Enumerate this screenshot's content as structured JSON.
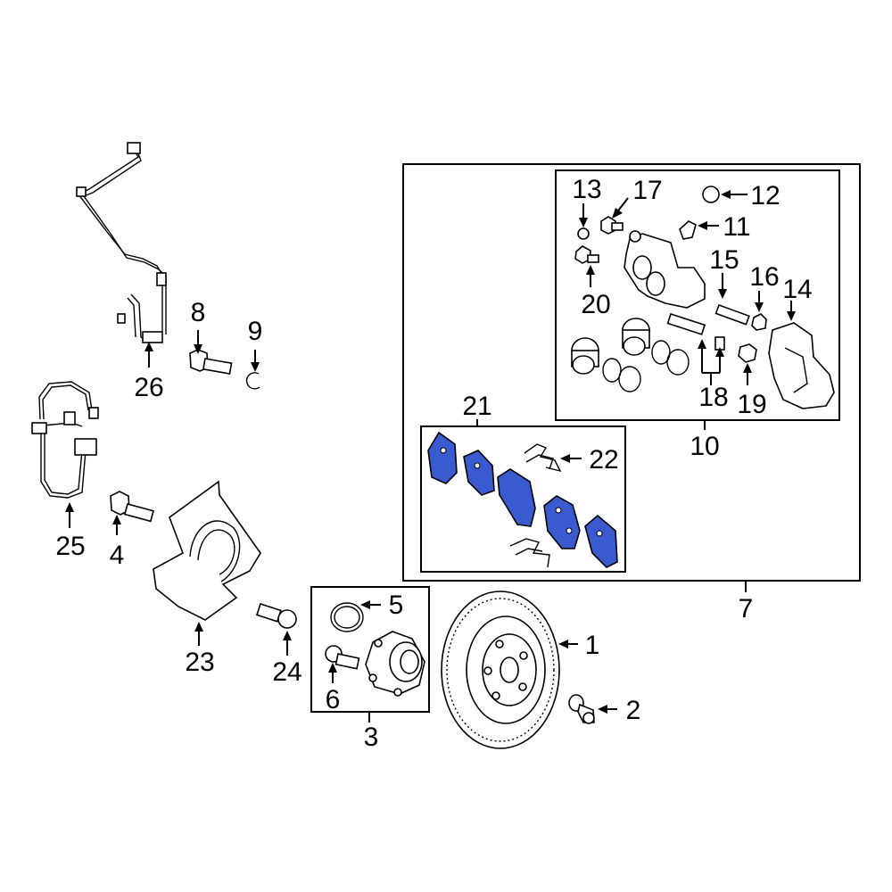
{
  "labels": {
    "l1": "1",
    "l2": "2",
    "l3": "3",
    "l4": "4",
    "l5": "5",
    "l6": "6",
    "l7": "7",
    "l8": "8",
    "l9": "9",
    "l10": "10",
    "l11": "11",
    "l12": "12",
    "l13": "13",
    "l14": "14",
    "l15": "15",
    "l16": "16",
    "l17": "17",
    "l18": "18",
    "l19": "19",
    "l20": "20",
    "l21": "21",
    "l22": "22",
    "l23": "23",
    "l24": "24",
    "l25": "25",
    "l26": "26"
  },
  "colors": {
    "highlight": "#3a5bd0",
    "line": "#000000",
    "background": "#ffffff"
  }
}
